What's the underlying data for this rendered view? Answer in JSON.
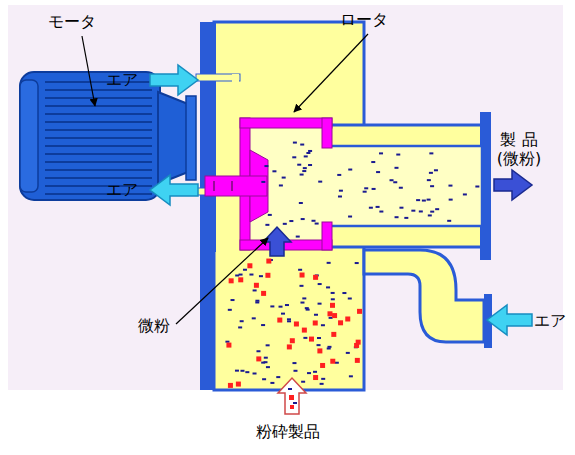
{
  "diagram": {
    "labels": [
      "モータ",
      "ロータ",
      "エア",
      "製 品 (微粉)",
      "エア",
      "エア",
      "微粉",
      "粉砕製品"
    ]
  }
}
